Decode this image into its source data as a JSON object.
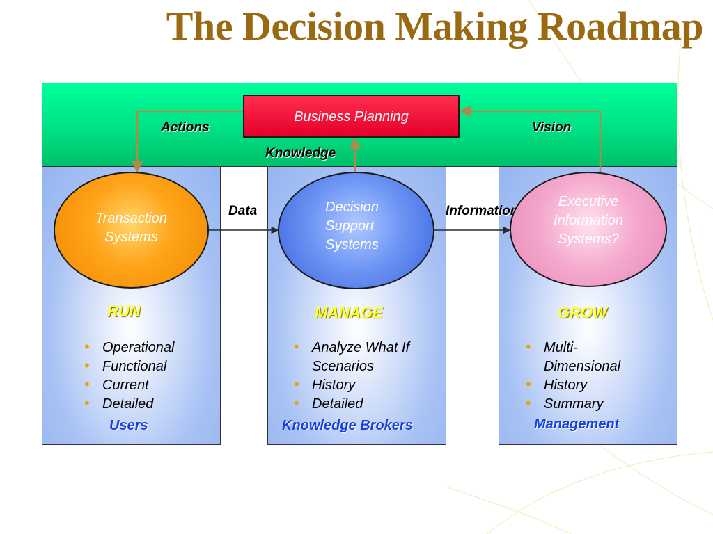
{
  "title": "The Decision Making Roadmap",
  "top": {
    "business_planning": "Business Planning",
    "actions": "Actions",
    "vision": "Vision",
    "knowledge": "Knowledge"
  },
  "flow_labels": {
    "data": "Data",
    "information": "Information"
  },
  "columns": [
    {
      "system": "Transaction Systems",
      "system_lines": [
        "Transaction",
        "Systems"
      ],
      "heading": "RUN",
      "bullets": [
        "Operational",
        "Functional",
        "Current",
        "Detailed"
      ],
      "audience": "Users"
    },
    {
      "system": "Decision Support Systems",
      "system_lines": [
        "Decision",
        "Support",
        "Systems"
      ],
      "heading": "MANAGE",
      "bullets": [
        "Analyze What If",
        "Scenarios",
        "History",
        "Detailed"
      ],
      "audience": "Knowledge Brokers"
    },
    {
      "system": "Executive Information Systems?",
      "system_lines": [
        "Executive",
        "Information",
        "Systems?"
      ],
      "heading": "GROW",
      "bullets": [
        "Multi-",
        "Dimensional",
        "History",
        "Summary"
      ],
      "audience": "Management"
    }
  ],
  "colors": {
    "title": "#9a6a12",
    "band": "#00e184",
    "panel": "#95b5f0",
    "business_box": "#e4002b",
    "connector": "#b08a4a",
    "heading": "#ffff33",
    "audience": "#1640e0",
    "bullet": "#e8a400"
  }
}
